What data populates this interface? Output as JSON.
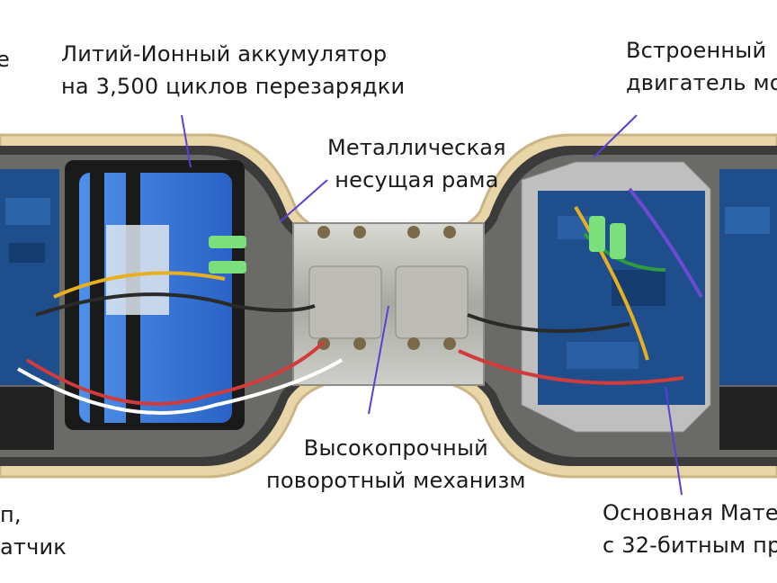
{
  "labels": {
    "battery": {
      "line1": "Литий-Ионный аккумулятор",
      "line2": "на 3,500 циклов перезарядки"
    },
    "motor": {
      "line1": "Встроенный",
      "line2": "двигатель мо"
    },
    "frame": {
      "line1": "Металлическая",
      "line2": "несущая рама"
    },
    "pivot": {
      "line1": "Высокопрочный",
      "line2": "поворотный механизм"
    },
    "board": {
      "line1": "Основная Мате",
      "line2": "с 32-битным пр"
    },
    "left_top": {
      "line1": "е"
    },
    "left_bottom": {
      "line1": "п,",
      "line2": "атчик"
    }
  },
  "colors": {
    "leader": "#5a3fd6",
    "pcb": "#1f4e8c",
    "battery": "#2f6fd6",
    "shell": "#3a3a3a",
    "frame": "#b8b8b2",
    "connector": "#7be07b"
  }
}
